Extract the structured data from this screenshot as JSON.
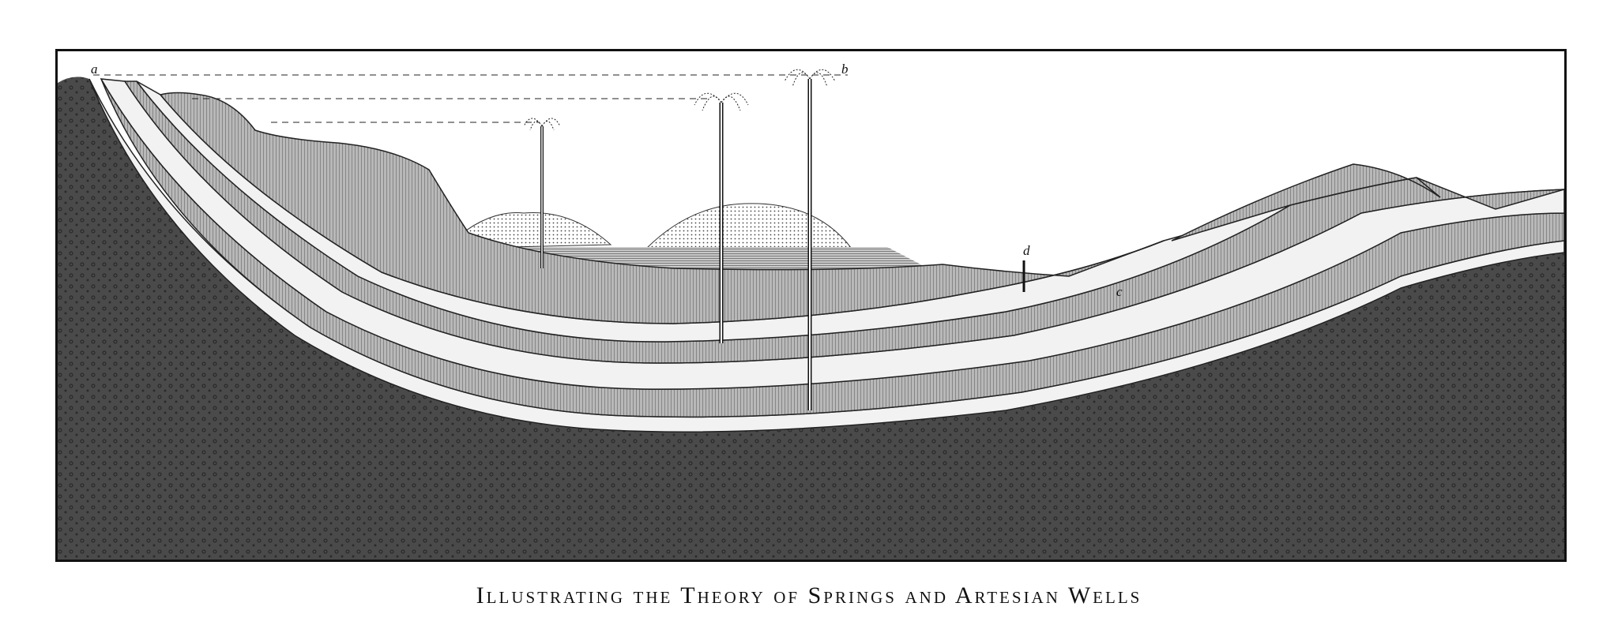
{
  "caption": "Illustrating the Theory of Springs and Artesian Wells",
  "labels": {
    "a": "a",
    "b": "b",
    "c": "c",
    "d": "d"
  },
  "colors": {
    "ink": "#111111",
    "paper": "#ffffff",
    "rock": "#3a3a3a",
    "stratum": "#8c8c8c",
    "water": "#9a9a9a"
  }
}
